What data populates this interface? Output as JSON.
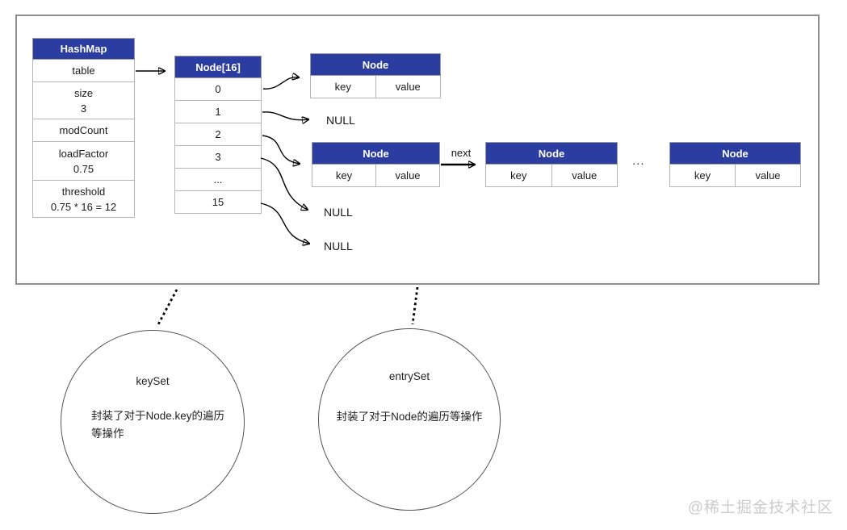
{
  "hashmap": {
    "title": "HashMap",
    "rows": [
      {
        "label": "table"
      },
      {
        "label": "size",
        "value": "3"
      },
      {
        "label": "modCount"
      },
      {
        "label": "loadFactor",
        "value": "0.75"
      },
      {
        "label": "threshold",
        "value": "0.75 * 16 = 12"
      }
    ]
  },
  "bucket_array": {
    "title": "Node[16]",
    "slots": [
      "0",
      "1",
      "2",
      "3",
      "...",
      "15"
    ]
  },
  "nodes": [
    {
      "title": "Node",
      "key": "key",
      "value": "value"
    },
    {
      "title": "Node",
      "key": "key",
      "value": "value"
    },
    {
      "title": "Node",
      "key": "key",
      "value": "value"
    },
    {
      "title": "Node",
      "key": "key",
      "value": "value"
    }
  ],
  "labels": {
    "null_0": "NULL",
    "null_1": "NULL",
    "null_2": "NULL",
    "next": "next",
    "chain_ellipsis": "..."
  },
  "circles": {
    "keyset": {
      "title": "keySet",
      "desc_line1": "封装了对于Node.key的遍历",
      "desc_line2": "等操作"
    },
    "entryset": {
      "title": "entrySet",
      "desc": "封装了对于Node的遍历等操作"
    }
  },
  "watermark": "@稀土掘金技术社区",
  "colors": {
    "header_blue": "#2b3da0",
    "frame_border": "#8f8f8f",
    "table_border": "#b5b5b5",
    "watermark_gray": "#cccccc"
  }
}
